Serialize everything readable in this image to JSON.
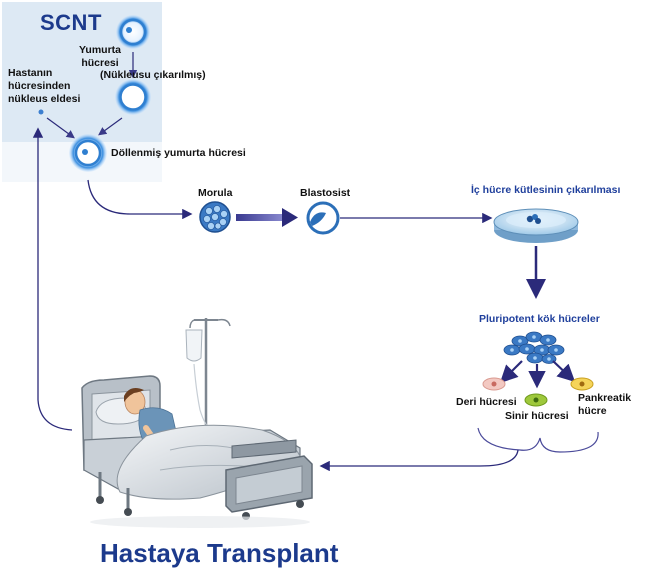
{
  "diagram": {
    "scnt_title": "SCNT",
    "egg_cell": "Yumurta\nhücresi",
    "nucleus_removed": "(Nükleusu çıkarılmış)",
    "patient_nucleus": "Hastanın\nhücresinden\nnükleus eldesi",
    "fertilized_egg": "Döllenmiş yumurta hücresi",
    "morula": "Morula",
    "blastocyst": "Blastosist",
    "inner_cell_mass": "İç hücre kütlesinin çıkarılması",
    "pluripotent": "Pluripotent kök hücreler",
    "skin_cell": "Deri hücresi",
    "nerve_cell": "Sinir hücresi",
    "pancreatic_cell": "Pankreatik\nhücre",
    "transplant_title": "Hastaya Transplant"
  },
  "colors": {
    "arrow": "#2b2a7a",
    "arrow_light": "#4a4a9a",
    "scnt_box": "#dde9f4",
    "title_blue": "#1c3a8c",
    "cell_blue": "#2f7fd0"
  }
}
